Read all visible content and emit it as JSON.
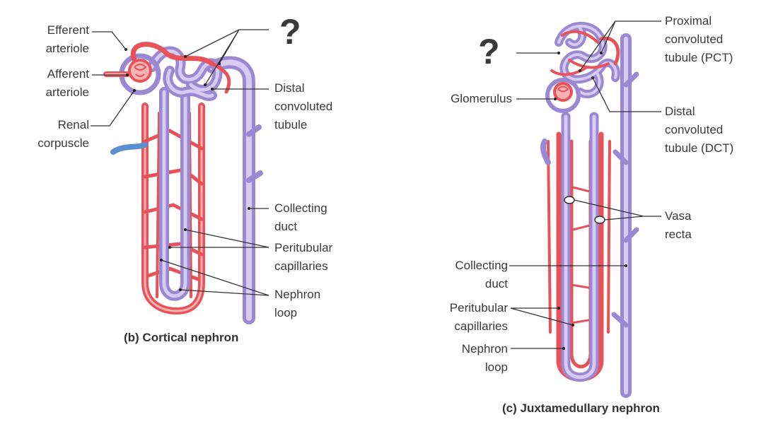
{
  "cortical": {
    "caption": "(b) Cortical nephron",
    "question_mark": "?",
    "labels": {
      "efferent_arteriole": "Efferent\narteriole",
      "afferent_arteriole": "Afferent\narteriole",
      "renal_corpuscle": "Renal\ncorpuscle",
      "distal_convoluted_tubule": "Distal\nconvoluted\ntubule",
      "collecting_duct": "Collecting\nduct",
      "peritubular_capillaries": "Peritubular\ncapillaries",
      "nephron_loop": "Nephron\nloop"
    }
  },
  "juxtamedullary": {
    "caption": "(c) Juxtamedullary nephron",
    "question_mark": "?",
    "labels": {
      "pct": "Proximal\nconvoluted\ntubule (PCT)",
      "glomerulus": "Glomerulus",
      "dct": "Distal\nconvoluted\ntubule (DCT)",
      "vasa_recta": "Vasa\nrecta",
      "collecting_duct": "Collecting\nduct",
      "peritubular_capillaries": "Peritubular\ncapillaries",
      "nephron_loop": "Nephron\nloop"
    }
  },
  "colors": {
    "vessel_red": "#e8535a",
    "vessel_red_light": "#f29a9c",
    "tubule_purple": "#b7a6e0",
    "tubule_purple_dark": "#8c79c7",
    "vein_blue": "#5b8fd1",
    "leader_line": "#333333"
  }
}
